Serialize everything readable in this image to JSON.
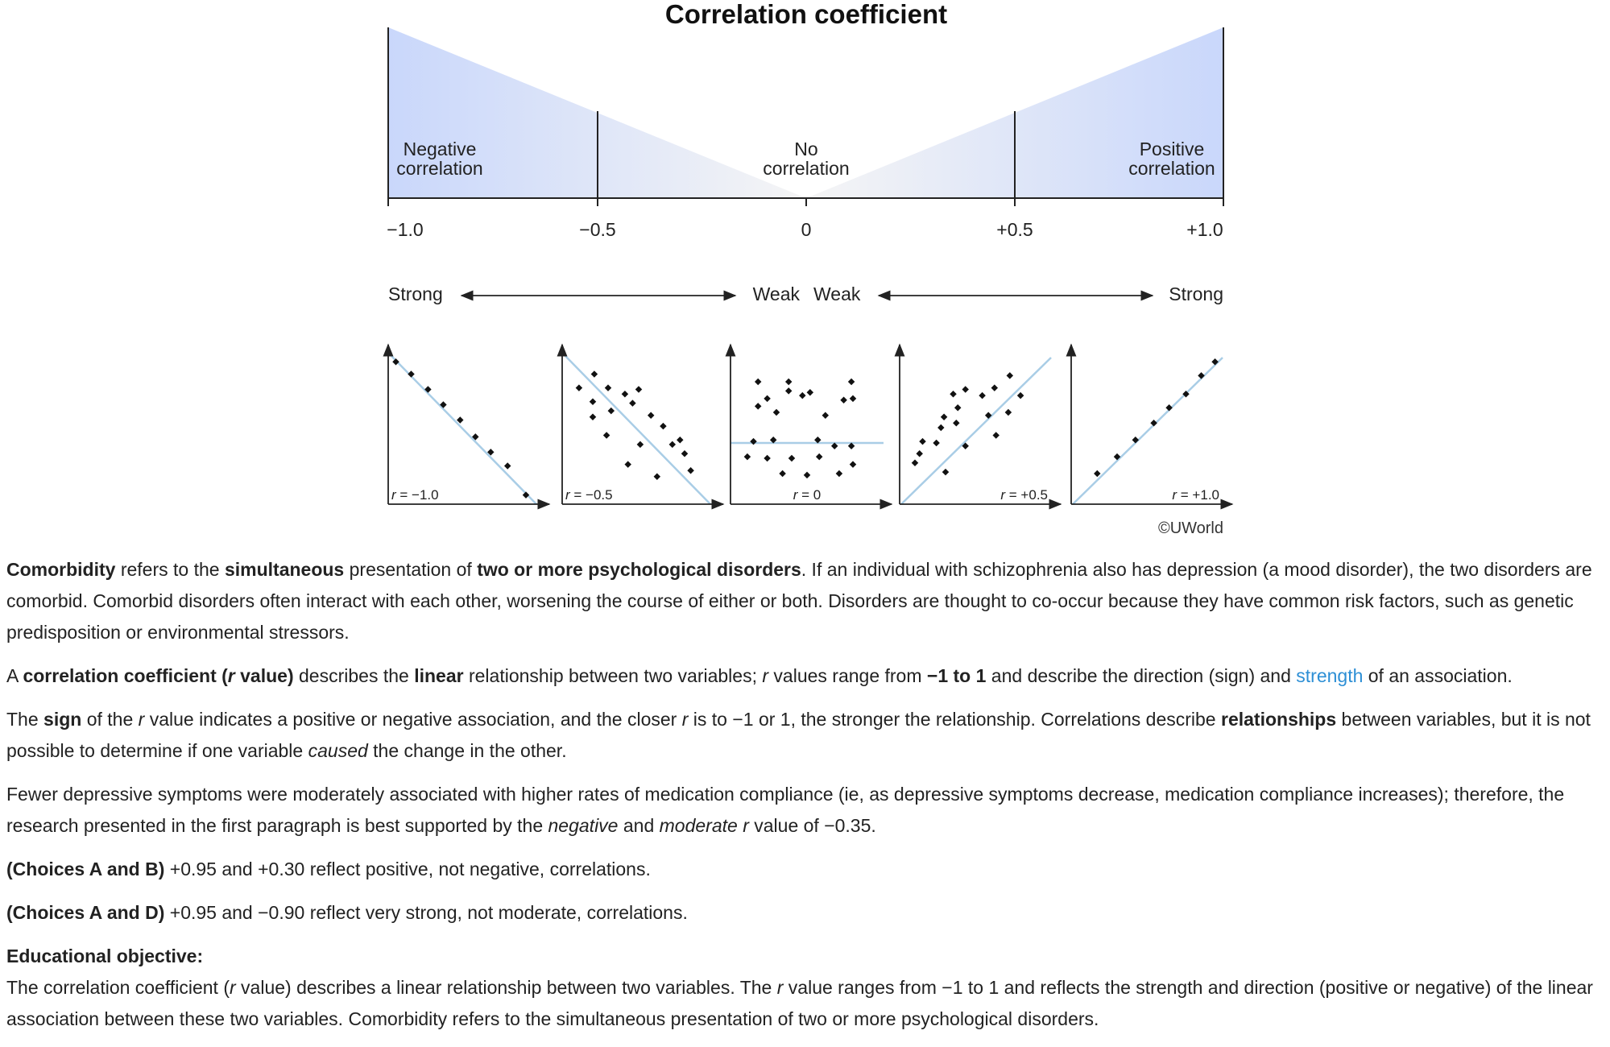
{
  "figure": {
    "title": "Correlation coefficient",
    "copyright": "©UWorld",
    "regions": {
      "negative": [
        "Negative",
        "correlation"
      ],
      "none": [
        "No",
        "correlation"
      ],
      "positive": [
        "Positive",
        "correlation"
      ]
    },
    "ticks": [
      "−1.0",
      "−0.5",
      "0",
      "+0.5",
      "+1.0"
    ],
    "strength": {
      "left_strong": "Strong",
      "left_weak": "Weak",
      "right_weak": "Weak",
      "right_strong": "Strong"
    },
    "colors": {
      "gradient_strong": "#c9d7fb",
      "gradient_weak": "#f5f5f5",
      "fit_line": "#a9cde6",
      "axis": "#222222",
      "copyright": "#333333"
    }
  },
  "chart_data": [
    {
      "type": "scatter",
      "label": "r = −1.0",
      "r": -1.0,
      "fit_line": "descending",
      "points": [
        [
          0.05,
          0.93
        ],
        [
          0.15,
          0.85
        ],
        [
          0.26,
          0.75
        ],
        [
          0.36,
          0.65
        ],
        [
          0.47,
          0.55
        ],
        [
          0.57,
          0.44
        ],
        [
          0.67,
          0.34
        ],
        [
          0.78,
          0.25
        ],
        [
          0.9,
          0.06
        ]
      ]
    },
    {
      "type": "scatter",
      "label": "r = −0.5",
      "r": -0.5,
      "fit_line": "descending",
      "points": [
        [
          0.21,
          0.85
        ],
        [
          0.11,
          0.76
        ],
        [
          0.3,
          0.76
        ],
        [
          0.2,
          0.67
        ],
        [
          0.41,
          0.72
        ],
        [
          0.5,
          0.75
        ],
        [
          0.2,
          0.57
        ],
        [
          0.32,
          0.61
        ],
        [
          0.46,
          0.66
        ],
        [
          0.29,
          0.45
        ],
        [
          0.58,
          0.58
        ],
        [
          0.66,
          0.51
        ],
        [
          0.51,
          0.39
        ],
        [
          0.72,
          0.39
        ],
        [
          0.77,
          0.42
        ],
        [
          0.8,
          0.33
        ],
        [
          0.43,
          0.26
        ],
        [
          0.84,
          0.22
        ],
        [
          0.62,
          0.18
        ]
      ]
    },
    {
      "type": "scatter",
      "label": "r = 0",
      "r": 0,
      "fit_line": "horizontal",
      "points": [
        [
          0.18,
          0.8
        ],
        [
          0.38,
          0.8
        ],
        [
          0.79,
          0.8
        ],
        [
          0.38,
          0.74
        ],
        [
          0.52,
          0.73
        ],
        [
          0.24,
          0.69
        ],
        [
          0.47,
          0.71
        ],
        [
          0.74,
          0.68
        ],
        [
          0.8,
          0.69
        ],
        [
          0.18,
          0.64
        ],
        [
          0.3,
          0.6
        ],
        [
          0.62,
          0.58
        ],
        [
          0.15,
          0.41
        ],
        [
          0.28,
          0.42
        ],
        [
          0.57,
          0.42
        ],
        [
          0.68,
          0.38
        ],
        [
          0.79,
          0.38
        ],
        [
          0.11,
          0.31
        ],
        [
          0.24,
          0.3
        ],
        [
          0.4,
          0.3
        ],
        [
          0.58,
          0.31
        ],
        [
          0.8,
          0.26
        ],
        [
          0.34,
          0.2
        ],
        [
          0.5,
          0.19
        ],
        [
          0.71,
          0.2
        ]
      ]
    },
    {
      "type": "scatter",
      "label": "r = +0.5",
      "r": 0.5,
      "fit_line": "ascending",
      "points": [
        [
          0.72,
          0.84
        ],
        [
          0.43,
          0.75
        ],
        [
          0.62,
          0.76
        ],
        [
          0.79,
          0.71
        ],
        [
          0.35,
          0.72
        ],
        [
          0.54,
          0.71
        ],
        [
          0.38,
          0.63
        ],
        [
          0.71,
          0.6
        ],
        [
          0.29,
          0.57
        ],
        [
          0.58,
          0.58
        ],
        [
          0.37,
          0.53
        ],
        [
          0.27,
          0.5
        ],
        [
          0.63,
          0.45
        ],
        [
          0.15,
          0.41
        ],
        [
          0.24,
          0.4
        ],
        [
          0.43,
          0.38
        ],
        [
          0.13,
          0.33
        ],
        [
          0.1,
          0.27
        ],
        [
          0.3,
          0.21
        ]
      ]
    },
    {
      "type": "scatter",
      "label": "r = +1.0",
      "r": 1.0,
      "fit_line": "ascending",
      "points": [
        [
          0.17,
          0.2
        ],
        [
          0.3,
          0.31
        ],
        [
          0.42,
          0.42
        ],
        [
          0.54,
          0.53
        ],
        [
          0.64,
          0.63
        ],
        [
          0.75,
          0.72
        ],
        [
          0.85,
          0.84
        ],
        [
          0.94,
          0.93
        ]
      ]
    }
  ],
  "explanation": {
    "p1": [
      {
        "t": "Comorbidity",
        "b": true
      },
      {
        "t": " refers to the "
      },
      {
        "t": "simultaneous",
        "b": true
      },
      {
        "t": " presentation of "
      },
      {
        "t": "two or more psychological disorders",
        "b": true
      },
      {
        "t": ".  If an individual with schizophrenia also has depression (a mood disorder), the two disorders are comorbid.  Comorbid disorders often interact with each other, worsening the course of either or both.  Disorders are thought to co-occur because they have common risk factors, such as genetic predisposition or environmental stressors."
      }
    ],
    "p2": [
      {
        "t": "A "
      },
      {
        "t": "correlation coefficient (",
        "b": true
      },
      {
        "t": "r",
        "b": true,
        "i": true
      },
      {
        "t": " value)",
        "b": true
      },
      {
        "t": " describes the "
      },
      {
        "t": "linear",
        "b": true
      },
      {
        "t": " relationship between two variables; "
      },
      {
        "t": "r",
        "i": true
      },
      {
        "t": " values range from "
      },
      {
        "t": "−1 to 1",
        "b": true
      },
      {
        "t": " and describe the direction (sign) and "
      },
      {
        "t": "strength",
        "link": true
      },
      {
        "t": " of an association."
      }
    ],
    "p3": [
      {
        "t": "The "
      },
      {
        "t": "sign",
        "b": true
      },
      {
        "t": " of the "
      },
      {
        "t": "r",
        "i": true
      },
      {
        "t": " value indicates a positive or negative association, and the closer "
      },
      {
        "t": "r",
        "i": true
      },
      {
        "t": " is to −1 or 1, the stronger the relationship.  Correlations describe "
      },
      {
        "t": "relationships",
        "b": true
      },
      {
        "t": " between variables, but it is not possible to determine if one variable "
      },
      {
        "t": "caused",
        "i": true
      },
      {
        "t": " the change in the other."
      }
    ],
    "p4": [
      {
        "t": "Fewer depressive symptoms were moderately associated with higher rates of medication compliance (ie, as depressive symptoms decrease, medication compliance increases); therefore, the research presented in the first paragraph is best supported by the "
      },
      {
        "t": "negative",
        "i": true
      },
      {
        "t": " and "
      },
      {
        "t": "moderate r",
        "i": true
      },
      {
        "t": " value of −0.35."
      }
    ],
    "p5": [
      {
        "t": "(Choices A and B)",
        "b": true
      },
      {
        "t": "  +0.95 and +0.30 reflect positive, not negative, correlations."
      }
    ],
    "p6": [
      {
        "t": "(Choices A and D)",
        "b": true
      },
      {
        "t": "  +0.95 and −0.90 reflect very strong, not moderate, correlations."
      }
    ],
    "objective_heading": "Educational objective:",
    "p7": [
      {
        "t": "The correlation coefficient ("
      },
      {
        "t": "r",
        "i": true
      },
      {
        "t": " value) describes a linear relationship between two variables.  The "
      },
      {
        "t": "r",
        "i": true
      },
      {
        "t": " value ranges from −1 to 1 and reflects the strength and direction (positive or negative) of the linear association between these two variables.  Comorbidity refers to the simultaneous presentation of two or more psychological disorders."
      }
    ]
  }
}
